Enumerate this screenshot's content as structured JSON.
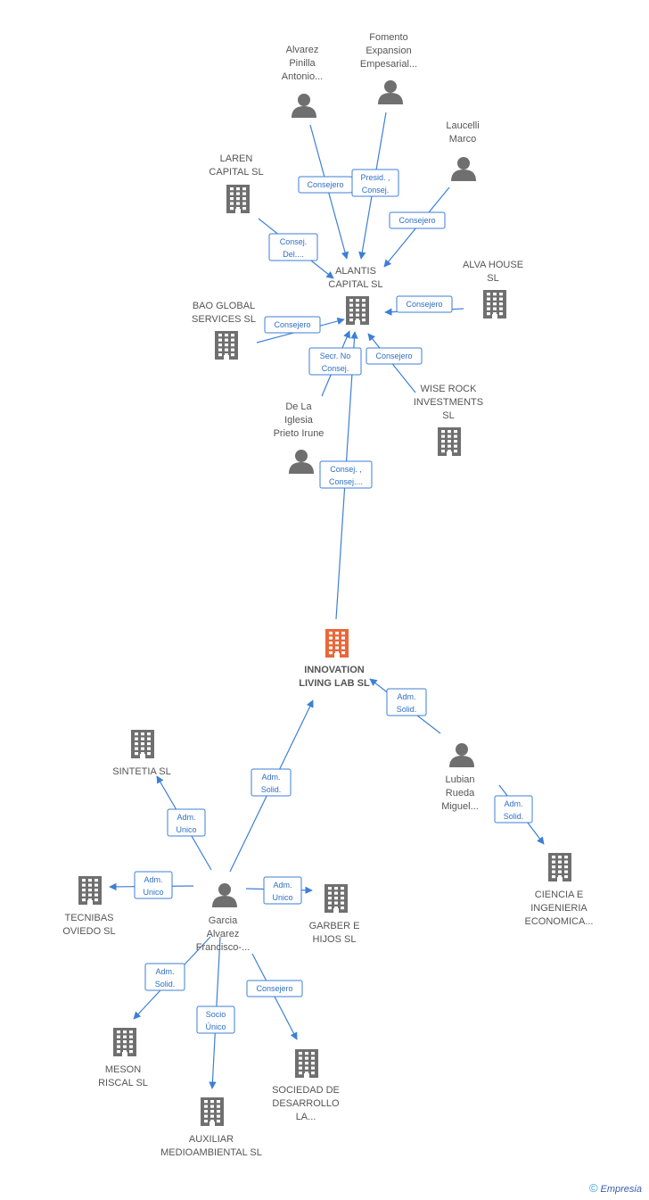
{
  "colors": {
    "edge": "#3d7fd6",
    "node": "#6f6f6f",
    "main_node": "#e9673a",
    "label": "#555555"
  },
  "nodes": [
    {
      "id": "alvarez",
      "type": "person",
      "label": [
        "Alvarez",
        "Pinilla",
        "Antonio..."
      ]
    },
    {
      "id": "fomento",
      "type": "person",
      "label": [
        "Fomento",
        "Expansion",
        "Empesarial..."
      ]
    },
    {
      "id": "laucelli",
      "type": "person",
      "label": [
        "Laucelli",
        "Marco"
      ]
    },
    {
      "id": "laren",
      "type": "company",
      "label": [
        "LAREN",
        "CAPITAL SL"
      ]
    },
    {
      "id": "alantis",
      "type": "company",
      "label": [
        "ALANTIS",
        "CAPITAL  SL"
      ]
    },
    {
      "id": "alva",
      "type": "company",
      "label": [
        "ALVA HOUSE",
        "SL"
      ]
    },
    {
      "id": "bao",
      "type": "company",
      "label": [
        "BAO GLOBAL",
        "SERVICES SL"
      ]
    },
    {
      "id": "wise",
      "type": "company",
      "label": [
        "WISE ROCK",
        "INVESTMENTS",
        "SL"
      ]
    },
    {
      "id": "delaiglesia",
      "type": "person",
      "label": [
        "De La",
        "Iglesia",
        "Prieto Irune"
      ]
    },
    {
      "id": "innovation",
      "type": "main",
      "label": [
        "INNOVATION",
        "LIVING LAB SL"
      ]
    },
    {
      "id": "lubian",
      "type": "person",
      "label": [
        "Lubian",
        "Rueda",
        "Miguel..."
      ]
    },
    {
      "id": "ciencia",
      "type": "company",
      "label": [
        "CIENCIA E",
        "INGENIERIA",
        "ECONOMICA..."
      ]
    },
    {
      "id": "sintetia",
      "type": "company",
      "label": [
        "SINTETIA SL"
      ]
    },
    {
      "id": "tecnibas",
      "type": "company",
      "label": [
        "TECNIBAS",
        "OVIEDO SL"
      ]
    },
    {
      "id": "garcia",
      "type": "person",
      "label": [
        "Garcia",
        "Alvarez",
        "Francisco-..."
      ]
    },
    {
      "id": "garber",
      "type": "company",
      "label": [
        "GARBER E",
        "HIJOS SL"
      ]
    },
    {
      "id": "meson",
      "type": "company",
      "label": [
        "MESON",
        "RISCAL SL"
      ]
    },
    {
      "id": "auxiliar",
      "type": "company",
      "label": [
        "AUXILIAR",
        "MEDIOAMBIENTAL SL"
      ]
    },
    {
      "id": "sociedad",
      "type": "company",
      "label": [
        "SOCIEDAD DE",
        "DESARROLLO",
        "LA..."
      ]
    }
  ],
  "edges": [
    {
      "from": "alvarez",
      "to": "alantis",
      "label": [
        "Consejero"
      ]
    },
    {
      "from": "fomento",
      "to": "alantis",
      "label": [
        "Presid. ,",
        "Consej."
      ]
    },
    {
      "from": "laucelli",
      "to": "alantis",
      "label": [
        "Consejero"
      ]
    },
    {
      "from": "laren",
      "to": "alantis",
      "label": [
        "Consej.",
        "Del...."
      ]
    },
    {
      "from": "alva",
      "to": "alantis",
      "label": [
        "Consejero"
      ]
    },
    {
      "from": "bao",
      "to": "alantis",
      "label": [
        "Consejero"
      ]
    },
    {
      "from": "delaiglesia",
      "to": "alantis",
      "label": [
        "Secr.  No",
        "Consej."
      ]
    },
    {
      "from": "wise",
      "to": "alantis",
      "label": [
        "Consejero"
      ]
    },
    {
      "from": "innovation",
      "to": "alantis",
      "label": [
        "Consej. ,",
        "Consej...."
      ]
    },
    {
      "from": "lubian",
      "to": "innovation",
      "label": [
        "Adm.",
        "Solid."
      ]
    },
    {
      "from": "lubian",
      "to": "ciencia",
      "label": [
        "Adm.",
        "Solid."
      ]
    },
    {
      "from": "garcia",
      "to": "innovation",
      "label": [
        "Adm.",
        "Solid."
      ]
    },
    {
      "from": "garcia",
      "to": "sintetia",
      "label": [
        "Adm.",
        "Unico"
      ]
    },
    {
      "from": "garcia",
      "to": "tecnibas",
      "label": [
        "Adm.",
        "Unico"
      ]
    },
    {
      "from": "garcia",
      "to": "garber",
      "label": [
        "Adm.",
        "Unico"
      ]
    },
    {
      "from": "garcia",
      "to": "meson",
      "label": [
        "Adm.",
        "Solid."
      ]
    },
    {
      "from": "garcia",
      "to": "auxiliar",
      "label": [
        "Socio",
        "Único"
      ]
    },
    {
      "from": "garcia",
      "to": "sociedad",
      "label": [
        "Consejero"
      ]
    }
  ],
  "footer": {
    "copyright": "©",
    "brand": "Empresia"
  }
}
